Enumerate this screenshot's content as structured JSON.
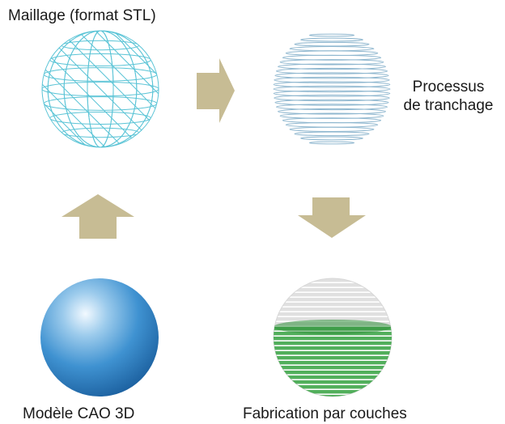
{
  "labels": {
    "mesh": "Maillage (format STL)",
    "slicing_line1": "Processus",
    "slicing_line2": "de tranchage",
    "cad_model": "Modèle CAO 3D",
    "fabrication": "Fabrication par couches"
  },
  "colors": {
    "mesh_stroke": "#5bc4d6",
    "slice_stroke": "#8fb7cf",
    "arrow_fill": "#c7bc94",
    "cad_sphere_light": "#e8f4fc",
    "cad_sphere_mid": "#3d95d4",
    "cad_sphere_dark": "#1b5f9e",
    "layer_grey": "#cfcfcf",
    "layer_green": "#3fa64a"
  },
  "diagram": {
    "steps": [
      "cad-model",
      "mesh",
      "slicing",
      "fabrication"
    ],
    "arrows": [
      {
        "from": "cad-model",
        "to": "mesh",
        "direction": "up"
      },
      {
        "from": "mesh",
        "to": "slicing",
        "direction": "right"
      },
      {
        "from": "slicing",
        "to": "fabrication",
        "direction": "down"
      }
    ]
  }
}
